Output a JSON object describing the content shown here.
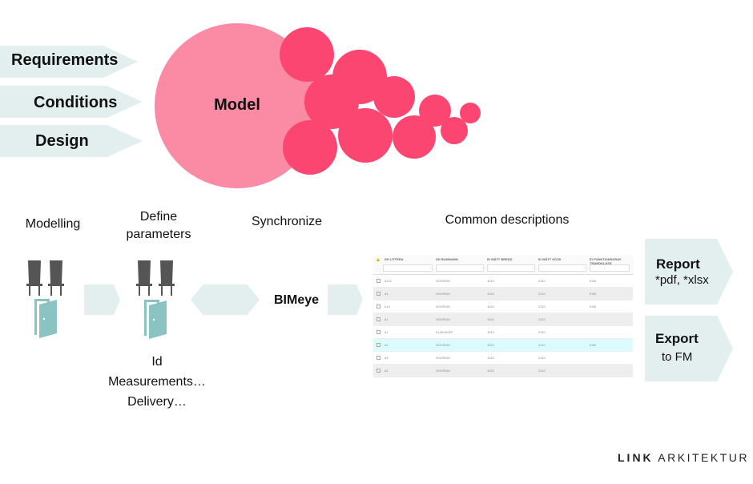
{
  "colors": {
    "model_circle": "#fb8aa4",
    "bubble": "#fb4671",
    "chevron_fill": "#e3efef",
    "chair": "#555555",
    "door": "#8bc3c3",
    "table_selected_row": "#dcfbfd"
  },
  "inputs": [
    {
      "label": "Requirements"
    },
    {
      "label": "Conditions"
    },
    {
      "label": "Design"
    }
  ],
  "model": {
    "label": "Model"
  },
  "process": {
    "modelling": {
      "label": "Modelling",
      "icons": [
        "chair-icon",
        "chair-icon",
        "door-icon"
      ]
    },
    "define": {
      "label_line1": "Define",
      "label_line2": "parameters",
      "icons": [
        "chair-icon",
        "chair-icon",
        "door-icon"
      ],
      "details": [
        "Id",
        "Measurements…",
        "Delivery…"
      ]
    },
    "synchronize": {
      "label": "Synchronize",
      "tool": "BIMeye"
    },
    "common": {
      "label": "Common descriptions"
    }
  },
  "table": {
    "columns": [
      "SH LITTERA",
      "SH RUMNAMN",
      "ID MÅTT BREDD",
      "ID MÅTT HÖJD",
      "ID FUNKTIONSKRAV TRANDKLASS"
    ],
    "rows": [
      {
        "style": "plain",
        "cells": [
          "d122",
          "SOVRUM",
          "1010",
          "2110",
          "EI30"
        ]
      },
      {
        "style": "alt",
        "cells": [
          "d4",
          "SOVRUM",
          "1010",
          "2110",
          "EI40"
        ]
      },
      {
        "style": "plain",
        "cells": [
          "d13",
          "SOVRUM",
          "1010",
          "2110",
          "EI30"
        ]
      },
      {
        "style": "alt",
        "cells": [
          "d1",
          "SOVRUM",
          "1010",
          "2110",
          ""
        ]
      },
      {
        "style": "plain",
        "cells": [
          "d1",
          "KLÄDSKÅP",
          "1010",
          "2110",
          ""
        ]
      },
      {
        "style": "sel",
        "cells": [
          "d2",
          "SOVRUM",
          "1010",
          "2110",
          "EI30"
        ]
      },
      {
        "style": "plain",
        "cells": [
          "d3",
          "SOVRUM",
          "1010",
          "2110",
          ""
        ]
      },
      {
        "style": "alt",
        "cells": [
          "d2",
          "SOVRUM",
          "1010",
          "2110",
          ""
        ]
      }
    ]
  },
  "outputs": [
    {
      "title": "Report",
      "subtitle": "*pdf, *xlsx"
    },
    {
      "title": "Export",
      "subtitle": "to FM"
    }
  ],
  "logo": {
    "bold": "LINK",
    "light": "ARKITEKTUR"
  }
}
